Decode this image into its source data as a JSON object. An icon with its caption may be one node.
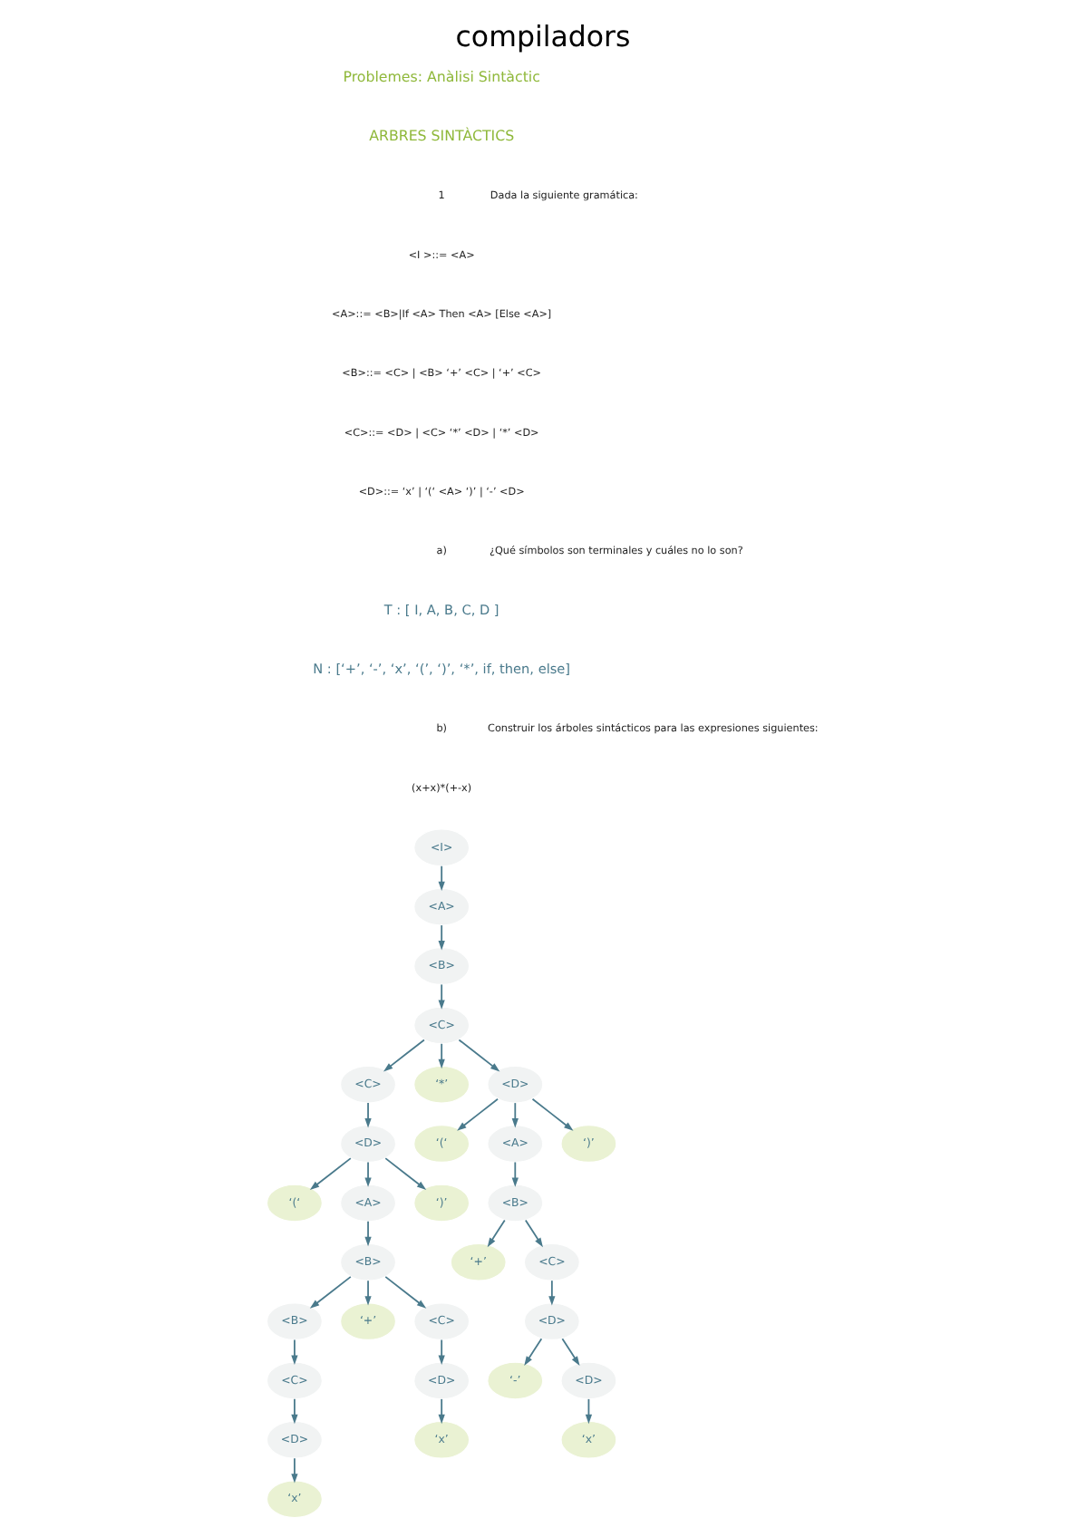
{
  "diagram": {
    "title": "compiladors",
    "nodes": [
      {
        "text": [
          "<I>"
        ]
      },
      {
        "text": [
          "<A>"
        ]
      },
      {
        "text": [
          "<B>"
        ]
      },
      {
        "text": [
          "<C>"
        ]
      },
      {
        "text": [
          "<C>"
        ]
      },
      {
        "text": [
          "‘*’"
        ]
      },
      {
        "text": [
          "<D>"
        ]
      },
      {
        "text": [
          "<D>"
        ]
      },
      {
        "text": [
          "‘(‘"
        ]
      },
      {
        "text": [
          "<A>"
        ]
      },
      {
        "text": [
          "‘)’"
        ]
      },
      {
        "text": [
          "‘(‘"
        ]
      },
      {
        "text": [
          "<A>"
        ]
      },
      {
        "text": [
          "‘)’"
        ]
      },
      {
        "text": [
          "<B>"
        ]
      },
      {
        "text": [
          "<B>"
        ]
      },
      {
        "text": [
          "<B>"
        ]
      },
      {
        "text": [
          "‘+’"
        ]
      },
      {
        "text": [
          "<C>"
        ]
      },
      {
        "text": [
          "‘+’"
        ]
      },
      {
        "text": [
          "<C>"
        ]
      },
      {
        "text": [
          "<C>"
        ]
      },
      {
        "text": [
          "<D>"
        ]
      },
      {
        "text": [
          "<D>"
        ]
      },
      {
        "text": [
          "<D>"
        ]
      },
      {
        "text": [
          "‘x’"
        ]
      },
      {
        "text": [
          "‘-’"
        ]
      },
      {
        "text": [
          "<D>"
        ]
      },
      {
        "text": [
          "‘x’"
        ]
      },
      {
        "text": [
          "‘x’"
        ]
      }
    ],
    "edges": [
      {
        "from": 0,
        "to": 1,
        "arrow": "to"
      },
      {
        "from": 1,
        "to": 2,
        "arrow": "to"
      },
      {
        "from": 2,
        "to": 3,
        "arrow": "to"
      },
      {
        "from": 3,
        "to": 4,
        "arrow": "to"
      },
      {
        "from": 3,
        "to": 5,
        "arrow": "to"
      },
      {
        "from": 3,
        "to": 6,
        "arrow": "to"
      },
      {
        "from": 4,
        "to": 7,
        "arrow": "to"
      },
      {
        "from": 6,
        "to": 8,
        "arrow": "to"
      },
      {
        "from": 6,
        "to": 9,
        "arrow": "to"
      },
      {
        "from": 6,
        "to": 10,
        "arrow": "to"
      },
      {
        "from": 7,
        "to": 11,
        "arrow": "to"
      },
      {
        "from": 7,
        "to": 12,
        "arrow": "to"
      },
      {
        "from": 7,
        "to": 13,
        "arrow": "to"
      },
      {
        "from": 12,
        "to": 14,
        "arrow": "to"
      },
      {
        "from": 9,
        "to": 15,
        "arrow": "to"
      },
      {
        "from": 14,
        "to": 16,
        "arrow": "to"
      },
      {
        "from": 14,
        "to": 17,
        "arrow": "to"
      },
      {
        "from": 14,
        "to": 18,
        "arrow": "to"
      },
      {
        "from": 15,
        "to": 19,
        "arrow": "to"
      },
      {
        "from": 15,
        "to": 20,
        "arrow": "to"
      },
      {
        "from": 16,
        "to": 21,
        "arrow": "to"
      },
      {
        "from": 18,
        "to": 22,
        "arrow": "to"
      },
      {
        "from": 20,
        "to": 23,
        "arrow": "to"
      },
      {
        "from": 21,
        "to": 24,
        "arrow": "to"
      },
      {
        "from": 22,
        "to": 25,
        "arrow": "to"
      },
      {
        "from": 23,
        "to": 26,
        "arrow": "to"
      },
      {
        "from": 23,
        "to": 27,
        "arrow": "to"
      },
      {
        "from": 24,
        "to": 28,
        "arrow": "to"
      },
      {
        "from": 27,
        "to": 29,
        "arrow": "to"
      }
    ],
    "labels": [
      "Problemes: Anàlisi Sintàctic",
      "ARBRES SINTÀCTICS",
      "1",
      "Dada la siguiente gramática:",
      "<I >::= <A>",
      "<A>::= <B>|If <A> Then <A> [Else <A>]",
      "<B>::= <C> | <B> ‘+’ <C> | ‘+’ <C>",
      "<C>::= <D> | <C> ‘*’ <D> | ‘*’ <D>",
      "<D>::= ‘x’ | ‘(‘ <A> ‘)’ | ‘-’ <D>",
      "a)",
      "¿Qué símbolos son terminales y cuáles no lo son?",
      "T : [ I, A, B, C, D ]",
      "N : [‘+’, ‘-’, ‘x’, ‘(’, ‘)’, ‘*’, if, then, else]",
      "b)",
      "Construir los árboles sintácticos para las expresiones siguientes:",
      "(x+x)*(+-x)"
    ]
  }
}
